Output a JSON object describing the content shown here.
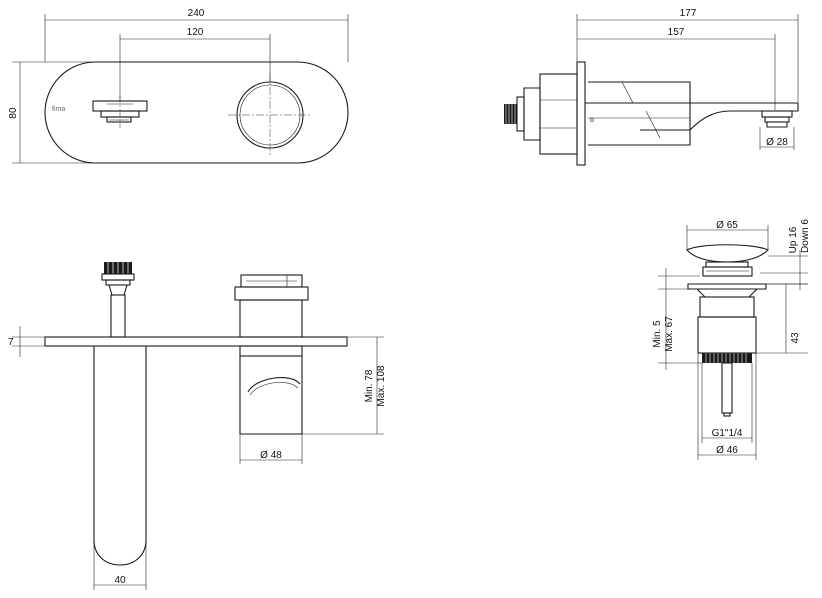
{
  "front_view": {
    "width_label": "240",
    "centers_label": "120",
    "height_label": "80",
    "brand_text": "fima"
  },
  "side_view": {
    "overall_label": "177",
    "projection_label": "157",
    "outlet_label": "Ø 28"
  },
  "section_view": {
    "plate_label": "7",
    "depth_label_min": "Min. 78",
    "depth_label_max": "Max. 108",
    "body_label": "Ø 48",
    "spout_label": "40"
  },
  "waste_view": {
    "cap_label": "Ø 65",
    "travel_up": "Up 16",
    "travel_down": "Down 6",
    "range_min": "Min. 5",
    "range_max": "Max. 67",
    "height_label": "43",
    "thread_label": "G1\"1/4",
    "body_label": "Ø 46"
  }
}
